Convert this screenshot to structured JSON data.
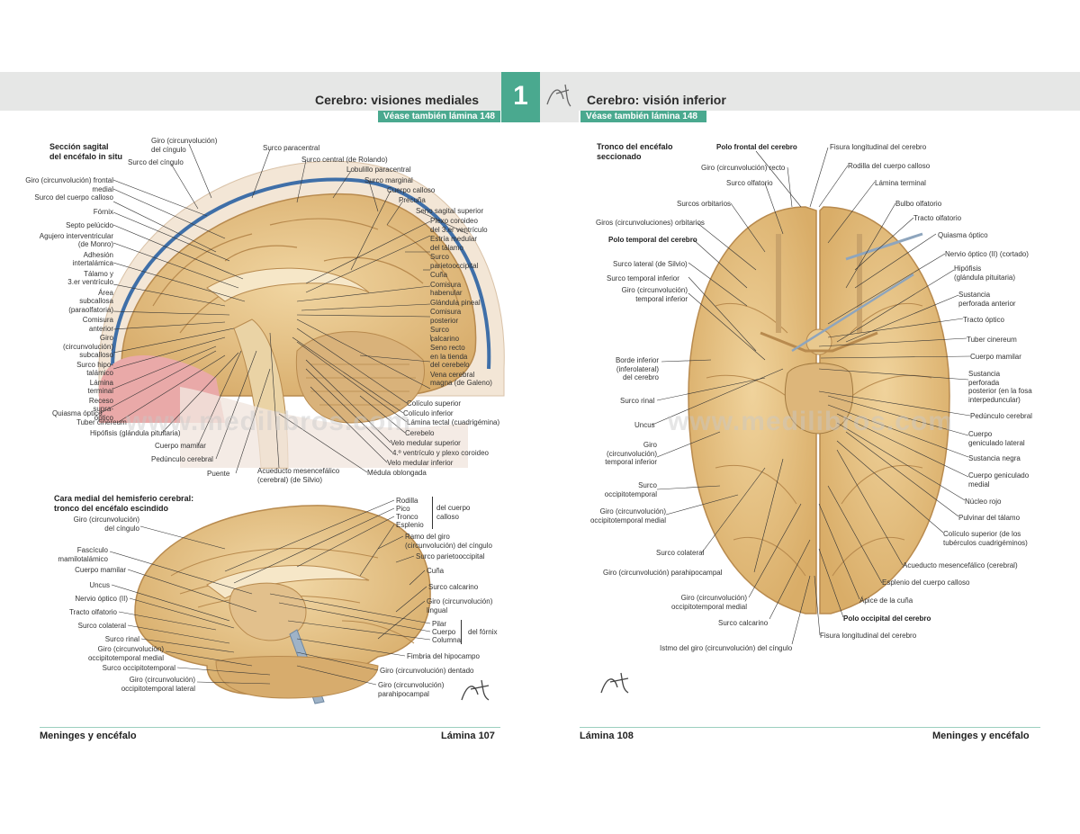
{
  "header": {
    "left_title": "Cerebro: visiones mediales",
    "plate_number": "1",
    "right_title": "Cerebro: visión inferior",
    "left_see_also": "Véase también lámina 148",
    "right_see_also": "Véase también lámina 148"
  },
  "watermark": {
    "left": "www.medilibros.com",
    "right": "www.medilibros.com"
  },
  "left_page": {
    "section1_title": "Sección sagital\ndel encéfalo in situ",
    "section2_title": "Cara medial del hemisferio cerebral:\ntronco del encéfalo escindido",
    "fig1_left_labels": [
      "Giro (circunvolución) frontal medial",
      "Surco del cuerpo calloso",
      "Fórnix",
      "Septo pelúcido",
      "Agujero interventricular\n(de Monro)",
      "Adhesión\nintertalámica",
      "Tálamo y\n3.er ventrículo",
      "Área\nsubcallosa\n(paraolfatoria)",
      "Comisura\nanterior",
      "Giro\n(circunvolución)\nsubcalloso",
      "Surco hipo-\ntalámico",
      "Lámina\nterminal",
      "Receso\nsupra-\nóptico",
      "Quiasma óptico",
      "Tuber cinereum",
      "Hipófisis (glándula pituitaria)",
      "Cuerpo mamilar",
      "Pedúnculo cerebral",
      "Puente"
    ],
    "fig1_top_labels": [
      "Giro (circunvolución)\ndel cíngulo",
      "Surco del cíngulo",
      "Surco paracentral",
      "Surco central (de Rolando)",
      "Lobulillo paracentral",
      "Surco marginal",
      "Cuerpo calloso",
      "Precuña",
      "Seno sagital superior"
    ],
    "fig1_right_labels": [
      "Plexo coroideo\ndel 3.er ventrículo",
      "Estría medular\ndel tálamo",
      "Surco\nparietooccipital",
      "Cuña",
      "Comisura\nhabenular",
      "Glándula pineal",
      "Comisura\nposterior",
      "Surco\ncalcarino",
      "Seno recto\nen la tienda\ndel cerebelo",
      "Vena cerebral\nmagna (de Galeno)",
      "Colículo superior",
      "Colículo inferior",
      "Lámina tectal (cuadrigémina)",
      "Cerebelo",
      "Velo medular superior",
      "4.º ventrículo y plexo coroideo",
      "Velo medular inferior",
      "Médula oblongada",
      "Acueducto mesencefálico\n(cerebral) (de Silvio)"
    ],
    "fig2_left_labels": [
      "Giro (circunvolución)\ndel cíngulo",
      "Fascículo\nmamilotalámico",
      "Cuerpo mamilar",
      "Uncus",
      "Nervio óptico (II)",
      "Tracto olfatorio",
      "Surco colateral",
      "Surco rinal",
      "Giro (circunvolución)\noccipitotemporal medial",
      "Surco occipitotemporal",
      "Giro (circunvolución)\noccipitotemporal lateral"
    ],
    "fig2_right_labels": [
      "Rodilla",
      "Pico",
      "Tronco",
      "Esplenio",
      "del cuerpo\ncalloso",
      "Ramo del giro\n(circunvolución) del cíngulo",
      "Surco parietooccipital",
      "Cuña",
      "Surco calcarino",
      "Giro (circunvolución)\nlingual",
      "Pilar",
      "Cuerpo",
      "Columna",
      "del fórnix",
      "Fimbria del hipocampo",
      "Giro (circunvolución) dentado",
      "Giro (circunvolución)\nparahipocampal"
    ]
  },
  "right_page": {
    "section_title": "Tronco del encéfalo\nseccionado",
    "left_labels": [
      "Polo frontal del cerebro",
      "Giro (circunvolución) recto",
      "Surco olfatorio",
      "Surcos orbitarios",
      "Giros (circunvoluciones) orbitarios",
      "Polo temporal del cerebro",
      "Surco lateral (de Silvio)",
      "Surco temporal inferior",
      "Giro (circunvolución)\ntemporal inferior",
      "Borde inferior\n(inferolateral)\ndel cerebro",
      "Surco rinal",
      "Uncus",
      "Giro\n(circunvolución)\ntemporal inferior",
      "Surco\noccipitotemporal",
      "Giro (circunvolución)\noccipitotemporal medial",
      "Surco colateral",
      "Giro (circunvolución) parahipocampal",
      "Giro (circunvolución)\noccipitotemporal medial",
      "Surco calcarino",
      "Istmo del giro (circunvolución) del cíngulo"
    ],
    "right_labels": [
      "Fisura longitudinal del cerebro",
      "Rodilla del cuerpo calloso",
      "Lámina terminal",
      "Bulbo olfatorio",
      "Tracto olfatorio",
      "Quiasma óptico",
      "Nervio óptico (II) (cortado)",
      "Hipófisis\n(glándula pituitaria)",
      "Sustancia\nperforada anterior",
      "Tracto óptico",
      "Tuber cinereum",
      "Cuerpo mamilar",
      "Sustancia\nperforada\nposterior (en la fosa\ninterpeduncular)",
      "Pedúnculo cerebral",
      "Cuerpo\ngeniculado lateral",
      "Sustancia negra",
      "Cuerpo geniculado\nmedial",
      "Núcleo rojo",
      "Pulvinar del tálamo",
      "Colículo superior (de los\ntubérculos cuadrigéminos)",
      "Acueducto mesencefálico (cerebral)",
      "Esplenio del cuerpo calloso",
      "Ápice de la cuña",
      "Polo occipital del cerebro",
      "Fisura longitudinal del cerebro"
    ]
  },
  "footer": {
    "left_section": "Meninges y encéfalo",
    "left_plate": "Lámina 107",
    "right_plate": "Lámina 108",
    "right_section": "Meninges y encéfalo"
  },
  "colors": {
    "accent": "#4aa98f",
    "band": "#e6e7e6",
    "brain": "#e9c98e",
    "vessel": "#c9a3a9",
    "sinus": "#3f6fa8"
  }
}
